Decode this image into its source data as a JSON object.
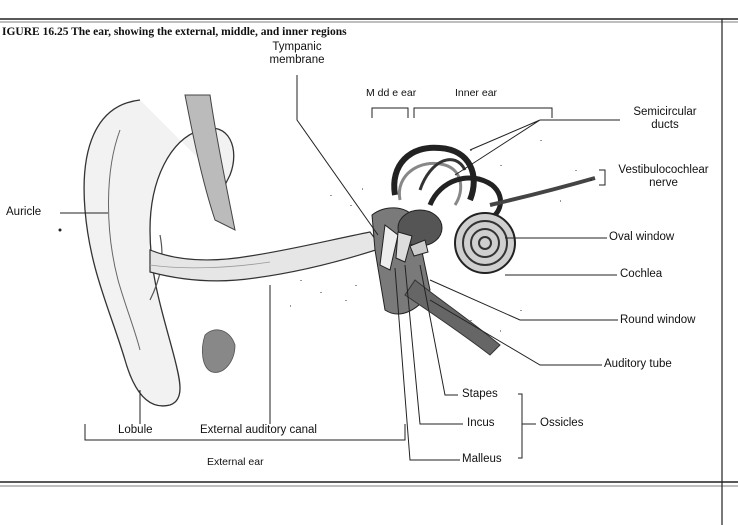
{
  "figure": {
    "caption": "IGURE 16.25  The ear, showing the external, middle, and inner regions"
  },
  "labels": {
    "tympanic_1": "Tympanic",
    "tympanic_2": "membrane",
    "middle_ear": "M dd e ear",
    "inner_ear": "Inner ear",
    "semicircular_1": "Semicircular",
    "semicircular_2": "ducts",
    "vestibulo_1": "Vestibulocochlear",
    "vestibulo_2": "nerve",
    "auricle": "Auricle",
    "oval_window": "Oval window",
    "cochlea": "Cochlea",
    "round_window": "Round window",
    "auditory_tube": "Auditory tube",
    "stapes": "Stapes",
    "incus": "Incus",
    "malleus": "Malleus",
    "ossicles": "Ossicles",
    "lobule": "Lobule",
    "external_canal": "External auditory canal",
    "external_ear": "External ear"
  }
}
